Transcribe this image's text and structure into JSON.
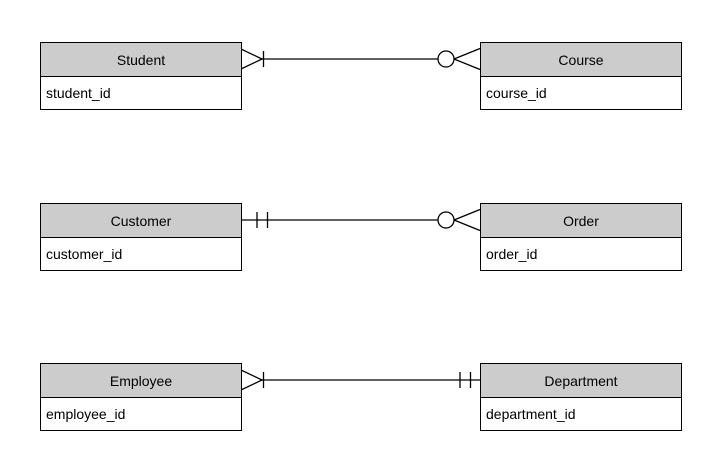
{
  "diagram": {
    "type": "entity-relationship",
    "background_color": "#ffffff",
    "entity_header_fill": "#cccccc",
    "line_color": "#000000",
    "entities": [
      {
        "name": "Student",
        "attributes": [
          "student_id"
        ]
      },
      {
        "name": "Course",
        "attributes": [
          "course_id"
        ]
      },
      {
        "name": "Customer",
        "attributes": [
          "customer_id"
        ]
      },
      {
        "name": "Order",
        "attributes": [
          "order_id"
        ]
      },
      {
        "name": "Employee",
        "attributes": [
          "employee_id"
        ]
      },
      {
        "name": "Department",
        "attributes": [
          "department_id"
        ]
      }
    ],
    "relationships": [
      {
        "from": "Student",
        "from_cardinality": "one-or-many",
        "to": "Course",
        "to_cardinality": "zero-or-many"
      },
      {
        "from": "Customer",
        "from_cardinality": "exactly-one",
        "to": "Order",
        "to_cardinality": "zero-or-many"
      },
      {
        "from": "Employee",
        "from_cardinality": "one-or-many",
        "to": "Department",
        "to_cardinality": "exactly-one"
      }
    ]
  }
}
